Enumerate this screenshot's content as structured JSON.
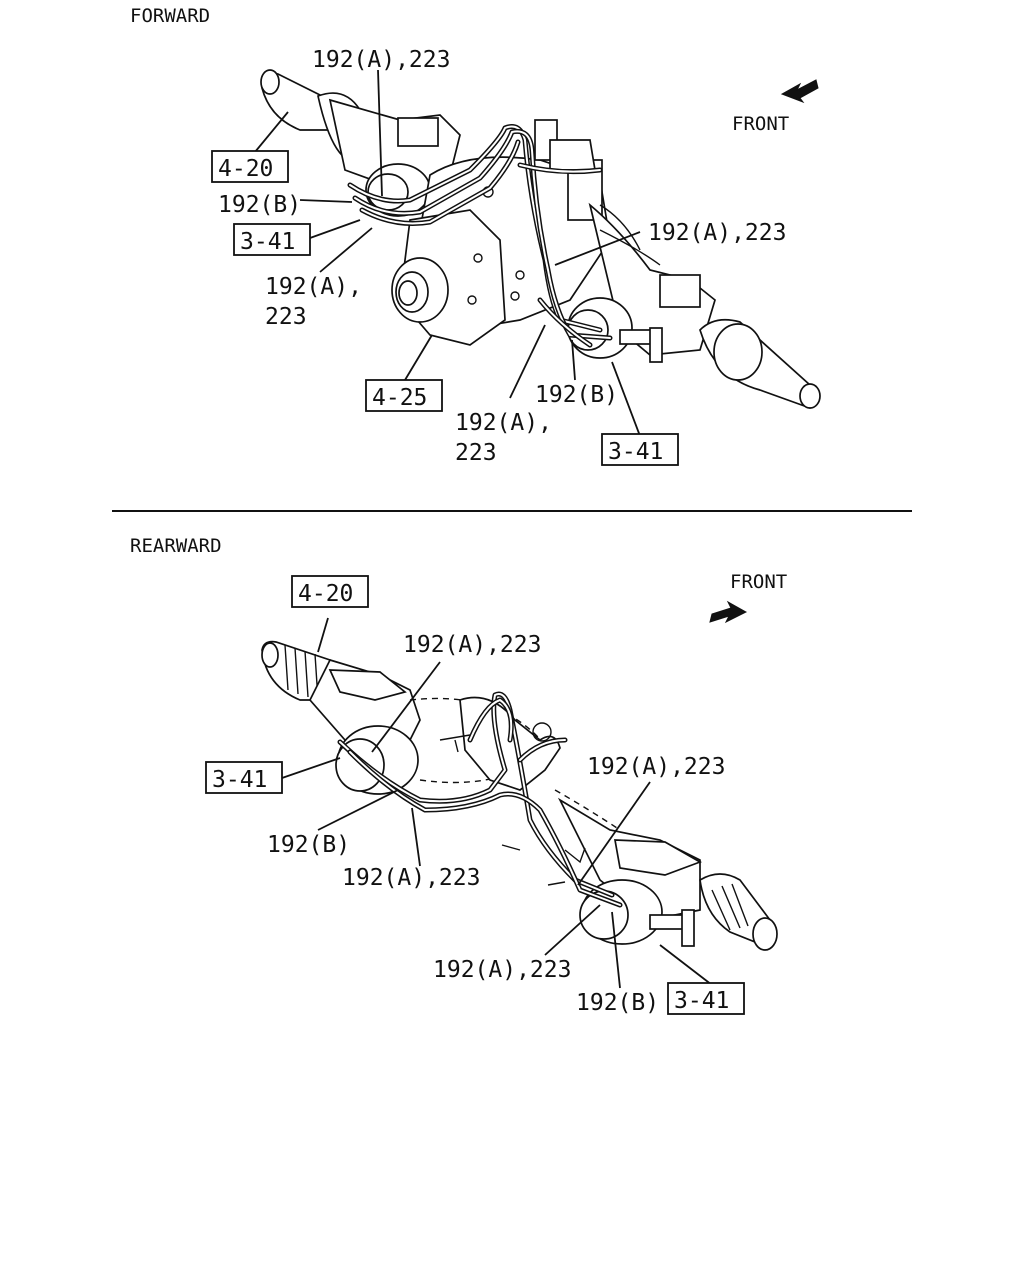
{
  "forward": {
    "section_title": "FORWARD",
    "front_label": "FRONT",
    "labels": {
      "a_top": "192(A),223",
      "b_left": "192(B)",
      "a_left_1": "192(A),",
      "a_left_2": "223",
      "a_right": "192(A),223",
      "b_bottom": "192(B)",
      "a_bottom_1": "192(A),",
      "a_bottom_2": "223"
    },
    "refs": {
      "axle_left": "4-20",
      "drum_left": "3-41",
      "diff": "4-25",
      "drum_right": "3-41"
    }
  },
  "rearward": {
    "section_title": "REARWARD",
    "front_label": "FRONT",
    "labels": {
      "a_top": "192(A),223",
      "b_left": "192(B)",
      "a_left": "192(A),223",
      "a_right": "192(A),223",
      "a_bottom": "192(A),223",
      "b_bottom": "192(B)"
    },
    "refs": {
      "axle_left": "4-20",
      "drum_left": "3-41",
      "drum_right": "3-41"
    }
  },
  "colors": {
    "ink": "#111111",
    "paper": "#ffffff"
  },
  "icons": {
    "front_arrow_forward": "arrow-left-down-icon",
    "front_arrow_rearward": "arrow-right-up-icon"
  }
}
